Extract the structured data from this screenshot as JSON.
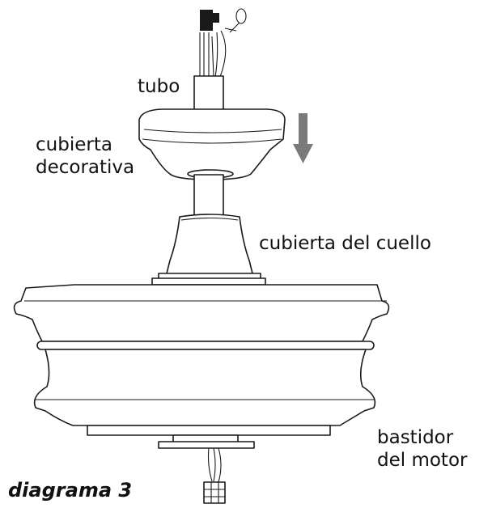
{
  "labels": {
    "tube": "tubo",
    "canopy_line1": "cubierta",
    "canopy_line2": "decorativa",
    "collar_cover": "cubierta del cuello",
    "motor_line1": "bastidor",
    "motor_line2": "del motor"
  },
  "caption": "diagrama 3",
  "colors": {
    "stroke": "#1a1a1a",
    "arrow": "#7a7a7a",
    "text": "#111111"
  },
  "icons": {
    "direction": "arrow-down-icon"
  }
}
